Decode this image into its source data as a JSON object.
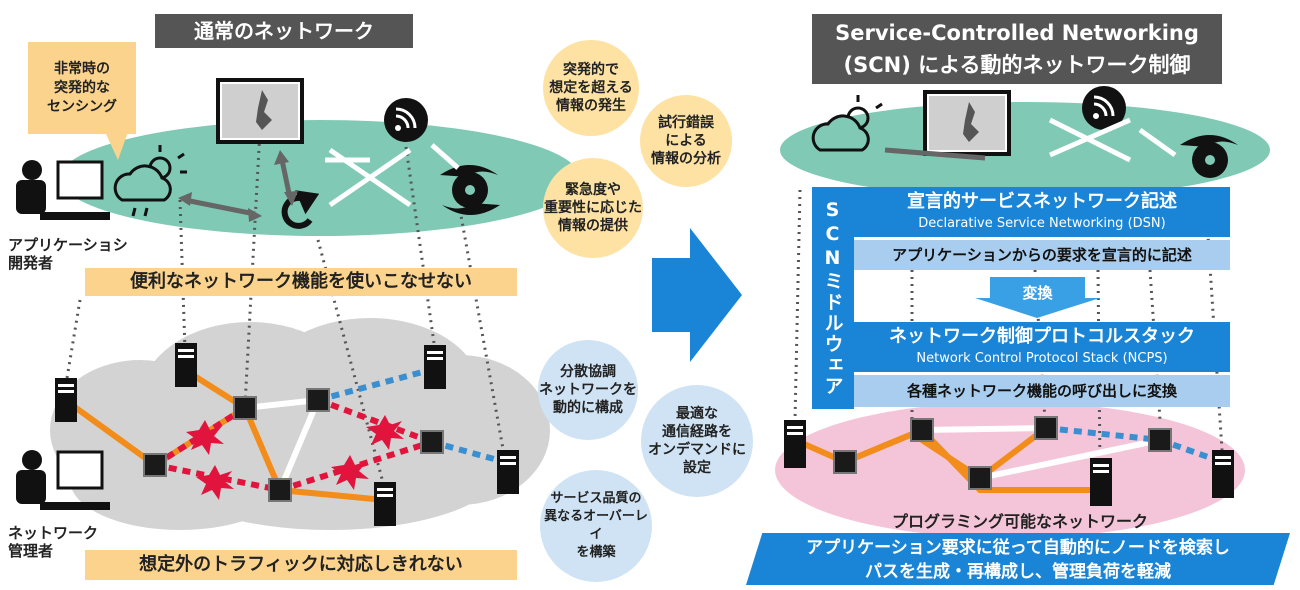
{
  "left": {
    "title": "通常のネットワーク",
    "callout": "非常時の\n突発的な\nセンシング",
    "app_dev_label": "アプリケーショシ\n開発者",
    "net_admin_label": "ネットワーク\n管理者",
    "banner_top": "便利なネットワーク機能を使いこなせない",
    "banner_bottom": "想定外のトラフィックに対応しきれない"
  },
  "middle": {
    "bubbles": [
      "突発的で\n想定を超える\n情報の発生",
      "試行錯誤\nによる\n情報の分析",
      "緊急度や\n重要性に応じた\n情報の提供",
      "分散協調\nネットワークを\n動的に構成",
      "最適な\n通信経路を\nオンデマンドに\n設定",
      "サービス品質の\n異なるオーバーレイ\nを構築"
    ],
    "bubble_colors": [
      "#fde2a3",
      "#fde2a3",
      "#fde2a3",
      "#cfe3f4",
      "#cfe3f4",
      "#cfe3f4"
    ],
    "arrow_color": "#1a85d6"
  },
  "right": {
    "title_line1": "Service-Controlled Networking",
    "title_line2": "(SCN) による動的ネットワーク制御",
    "middleware_label": "SCNミドルウェア",
    "dsn_title": "宣言的サービスネットワーク記述",
    "dsn_subtitle": "Declarative Service Networking (DSN)",
    "dsn_desc": "アプリケーションからの要求を宣言的に記述",
    "convert": "変換",
    "ncps_title": "ネットワーク制御プロトコルスタック",
    "ncps_subtitle": "Network Control Protocol Stack (NCPS)",
    "ncps_desc": "各種ネットワーク機能の呼び出しに変換",
    "network_label": "プログラミング可能なネットワーク",
    "bottom_banner_line1": "アプリケーション要求に従って自動的にノードを検索し",
    "bottom_banner_line2": "パスを生成・再構成し、管理負荷を軽減"
  },
  "colors": {
    "accent_blue": "#1a85d6",
    "teal_ellipse": "#7fc9b5",
    "pink_ellipse": "#f4c5d8",
    "orange_link": "#f28c1a",
    "red_link": "#e0143c",
    "blue_link": "#3a8fd0"
  },
  "icons": [
    "sun-cloud-icon",
    "map-icon",
    "rss-icon",
    "refresh-icon",
    "typhoon-icon",
    "server-icon",
    "router-node-icon",
    "computer-user-icon",
    "explosion-icon"
  ]
}
